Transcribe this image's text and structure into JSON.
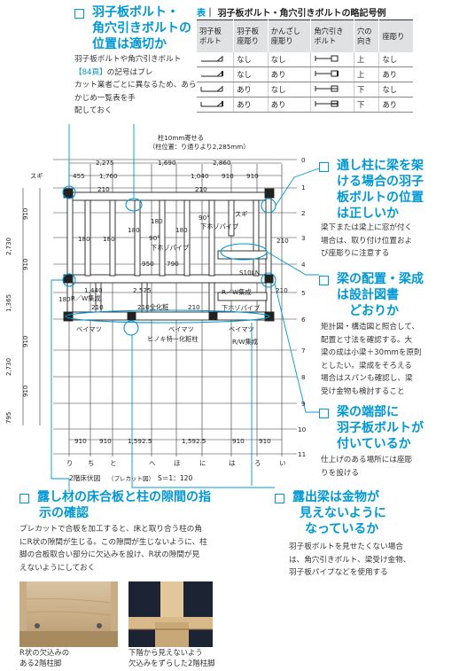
{
  "callouts": {
    "c1": {
      "title1": "羽子板ボルト・",
      "title2": "角穴引きボルトの",
      "title3": "位置は適切か",
      "body1": "羽子板ボルトや角穴引きボルト",
      "ref": "【84頁】",
      "body2": "の記号はプレ",
      "body3": "カット業者ごとに異なるため、あらかじめ一覧表を手",
      "body4": "配しておく"
    },
    "c2": {
      "title1": "通し柱に梁を架",
      "title2": "ける場合の羽子",
      "title3": "板ボルトの位置",
      "title4": "は正しいか",
      "body1": "梁下または梁上に窓が付く",
      "body2": "場合は、取り付け位置およ",
      "body3": "び座彫りに注意する"
    },
    "c3": {
      "title1": "梁の配置・梁成",
      "title2": "は設計図書",
      "title3": "どおりか",
      "body1": "矩計図・構造図と照合して、",
      "body2": "配置と寸法を確認する。大",
      "body3": "梁の成は小梁＋30mmを原則",
      "body4": "としたい。梁成をそろえる",
      "body5": "場合はスパンも確認し、梁",
      "body6": "受け金物も検討すること"
    },
    "c4": {
      "title1": "梁の端部に",
      "title2": "羽子板ボルトが",
      "title3": "付いているか",
      "body1": "仕上げのある場所には座彫",
      "body2": "りを設ける"
    },
    "c5": {
      "title1": "露し材の床合板と柱の隙間の指",
      "title2": "示の確認",
      "body1": "プレカットで合板を加工すると、床と取り合う柱の角",
      "body2": "にR状の隙間が生じる。この隙間が生じないように、柱",
      "body3": "脚の合板取合い部分に欠込みを設け、R状の隙間が見",
      "body4": "えないようにしておく"
    },
    "c6": {
      "title1": "露出梁は金物が",
      "title2": "見えないように",
      "title3": "なっているか",
      "body1": "羽子板ボルトを見せたくない場合",
      "body2": "は、角穴引きボルト、梁受け金物、",
      "body3": "羽子板パイプなどを使用する"
    }
  },
  "table": {
    "label": "表",
    "title": "｜ 羽子板ボルト・角穴引きボルトの略記号例",
    "headers": [
      "羽子板\nボルト",
      "羽子板\n座彫り",
      "かんざし\n座彫り",
      "角穴引き\nボルト",
      "穴の\n向き",
      "座彫り"
    ],
    "rows": [
      [
        "なし",
        "なし",
        "上",
        "なし"
      ],
      [
        "なし",
        "あり",
        "上",
        "あり"
      ],
      [
        "あり",
        "なし",
        "下",
        "なし"
      ],
      [
        "あり",
        "あり",
        "下",
        "あり"
      ]
    ]
  },
  "plan": {
    "note1": "柱10mm寄せる",
    "note2": "（柱位置：り通りより2,285mm）",
    "top_dims": [
      "2,275",
      "1,690",
      "2,860"
    ],
    "second_dims": [
      "455",
      "1,760",
      "1,040",
      "910",
      "910"
    ],
    "left_dims": [
      "910",
      "2,730",
      "910",
      "1,365",
      "910",
      "2,730",
      "910",
      "795"
    ],
    "bottom_dims": [
      "910",
      "910",
      "1,592.5",
      "1,592.5",
      "910",
      "910"
    ],
    "grid_cols": [
      "り",
      "ち",
      "と",
      "へ",
      "ほ",
      "に",
      "は",
      "ろ",
      "い"
    ],
    "grid_rows": [
      "0",
      "1",
      "2",
      "3",
      "4",
      "5",
      "6",
      "7",
      "8",
      "9",
      "10",
      "11"
    ],
    "labels": {
      "suge1": "スギ",
      "suge2": "スギ",
      "d210a": "210",
      "d210b": "210",
      "d210c": "210",
      "d210d": "210",
      "d210e": "210",
      "d210f": "210",
      "d180a": "180",
      "d180b": "180",
      "d180c": "180",
      "d180d": "180",
      "d180e": "180",
      "d180f": "180",
      "d950": "950",
      "d790": "790",
      "d1440": "1,440",
      "d2525": "2,525",
      "d90a": "90°",
      "d90b": "90°",
      "pipe1": "下ホゾパイプ",
      "pipe2": "下ホゾパイプ",
      "pipe3": "下ホゾパイプ",
      "rw1": "R／W集成",
      "rw2": "R／W集成",
      "rw3": "R/W集成",
      "zen": "210全化粧",
      "bei1": "ベイマツ",
      "bei2": "ベイマツ",
      "bei3": "ベイマツ",
      "hinoki": "ヒノキ特一化粧柱",
      "s10": "S10LN"
    },
    "caption": "2階床伏図",
    "caption_sub": "（プレカット図）",
    "scale": "S＝1：120"
  },
  "photos": {
    "cap1a": "R状の欠込みの",
    "cap1b": "ある2階柱脚",
    "cap2a": "下階から見えないよう",
    "cap2b": "欠込みをずらした2階柱脚"
  }
}
